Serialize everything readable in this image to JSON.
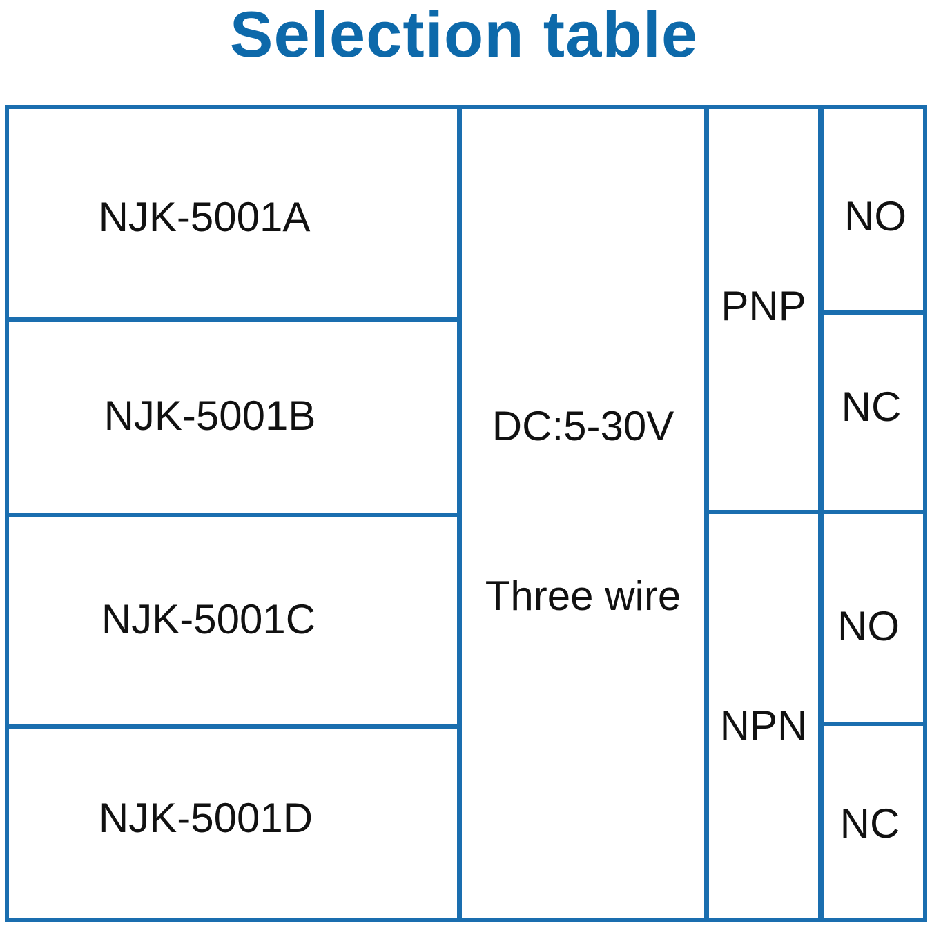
{
  "title": "Selection table",
  "colors": {
    "title": "#0d69aa",
    "border": "#1a6eaf",
    "text": "#111111",
    "background": "#ffffff"
  },
  "table": {
    "models": [
      "NJK-5001A",
      "NJK-5001B",
      "NJK-5001C",
      "NJK-5001D"
    ],
    "voltage": "DC:5-30V",
    "wiring": "Three wire",
    "output_types": [
      "PNP",
      "NPN"
    ],
    "contacts": [
      "NO",
      "NC",
      "NO",
      "NC"
    ]
  }
}
